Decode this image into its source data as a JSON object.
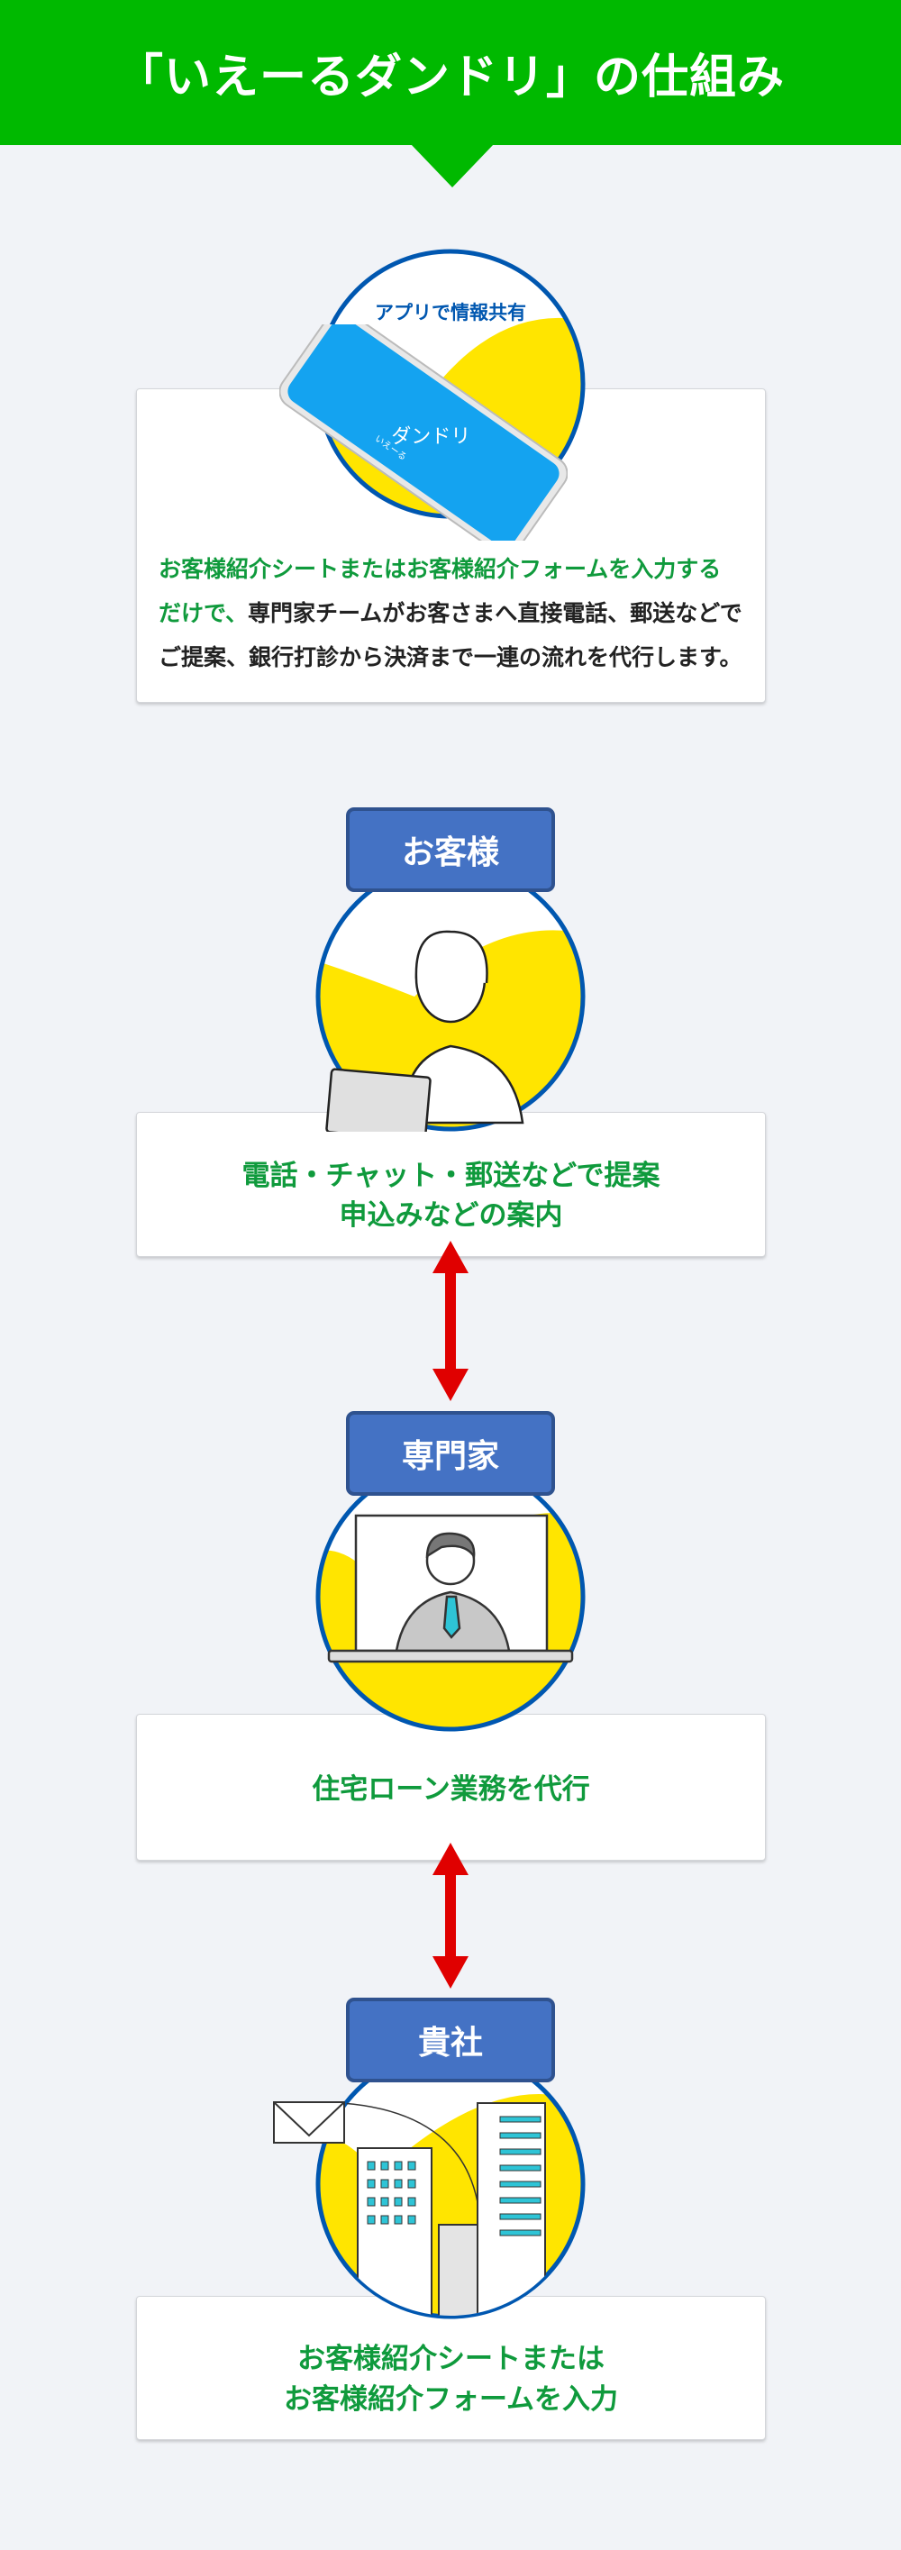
{
  "header": {
    "title": "「いえーるダンドリ」の仕組み"
  },
  "app_section": {
    "badge": "アプリで情報共有",
    "phone_screen_text": "ダンドリ",
    "phone_logo_text": "いえーる",
    "description_green": "お客様紹介シートまたはお客様紹介フォームを入力するだけで、",
    "description_black": "専門家チームがお客さまへ直接電話、郵送などでご提案、銀行打診から決済まで一連の流れを代行します。"
  },
  "steps": [
    {
      "label": "お客様",
      "lines": [
        "電話・チャット・郵送などで提案",
        "申込みなどの案内"
      ]
    },
    {
      "label": "専門家",
      "lines": [
        "住宅ローン業務を代行"
      ]
    },
    {
      "label": "貴社",
      "lines": [
        "お客様紹介シートまたは",
        "お客様紹介フォームを入力"
      ]
    }
  ],
  "colors": {
    "brand_green": "#00b900",
    "text_green": "#0f9a3c",
    "label_blue": "#4472c4",
    "circle_blue": "#0057b0",
    "accent_yellow": "#ffe500",
    "arrow_red": "#e00000"
  }
}
